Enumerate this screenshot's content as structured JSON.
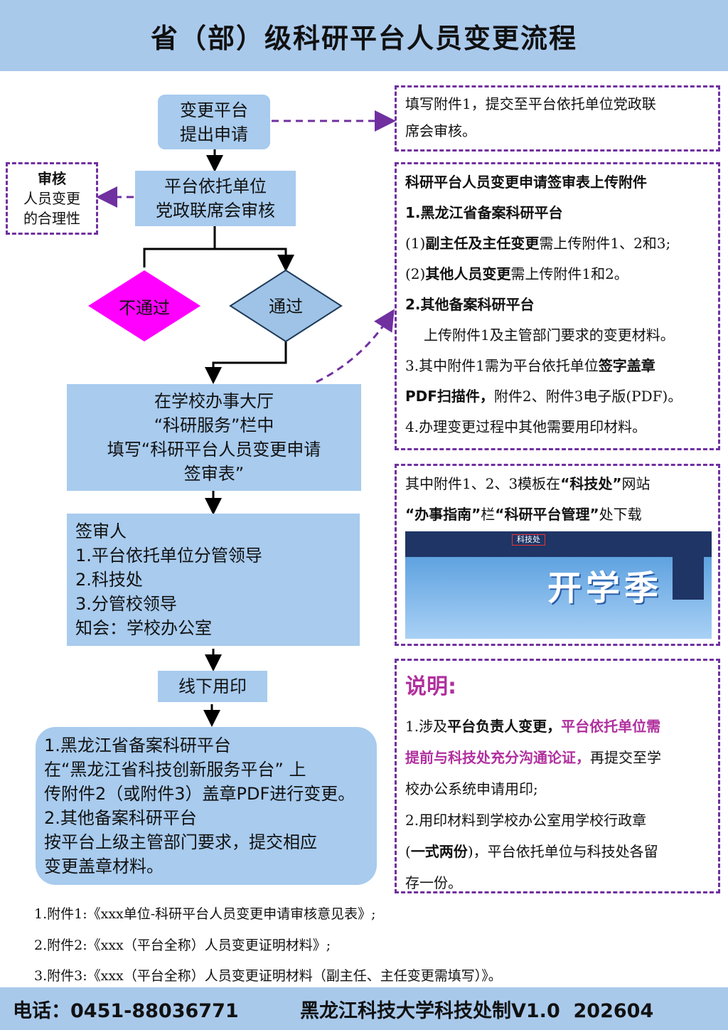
{
  "title": "省（部）级科研平台人员变更流程",
  "flow": {
    "step1": [
      "变更平台",
      "提出申请"
    ],
    "step2": [
      "平台依托单位",
      "党政联席会审核"
    ],
    "review_note": [
      "审核",
      "人员变更",
      "的合理性"
    ],
    "reject": "不通过",
    "pass": "通过",
    "step3": [
      "在学校办事大厅",
      "“科研服务”栏中",
      "填写“科研平台人员变更申请",
      "签审表”"
    ],
    "step4": [
      "签审人",
      "1.平台依托单位分管领导",
      "2.科技处",
      "3.分管校领导",
      "知会：学校办公室"
    ],
    "step5": "线下用印",
    "step6": [
      "1.黑龙江省备案科研平台",
      "在“黑龙江省科技创新服务平台” 上",
      "传附件2（或附件3）盖章PDF进行变更。",
      "2.其他备案科研平台",
      "按平台上级主管部门要求，提交相应",
      "变更盖章材料。"
    ]
  },
  "right": {
    "box1": [
      "填写附件1，提交至平台依托单位党政联",
      "席会审核。"
    ],
    "box2": {
      "title": "科研平台人员变更申请签审表上传附件",
      "h1": "1.黑龙江省备案科研平台",
      "l1a": "(1)",
      "l1b": "副主任及主任变更",
      "l1c": "需上传附件1、2和3;",
      "l2a": "(2)",
      "l2b": "其他人员变更",
      "l2c": "需上传附件1和2。",
      "h2": "2.其他备案科研平台",
      "l3": "上传附件1及主管部门要求的变更材料。",
      "l4a": "3.其中附件1需为平台依托单位",
      "l4b": "签字盖章",
      "l5a": "PDF扫描件，",
      "l5b": "附件2、附件3电子版(PDF)。",
      "l6": "4.办理变更过程中其他需要用印材料。"
    },
    "box3": {
      "l1a": "其中附件1、2、3模板在",
      "l1b": "“科技处”",
      "l1c": "网站",
      "l2a": "“办事指南”",
      "l2b": "栏",
      "l2c": "“科研平台管理”",
      "l2d": "处下载",
      "site_label": "科技处",
      "banner": "开学季"
    },
    "box4": {
      "title": "说明:",
      "l1a": "1.涉及",
      "l1b": "平台负责人变更，",
      "l1c": "平台依托单位需",
      "l2a": "提前与科技处充分沟通论证，",
      "l2b": "再提交至学",
      "l3": "校办公系统申请用印;",
      "l4": "2.用印材料到学校办公室用学校行政章",
      "l5a": "(",
      "l5b": "一式两份",
      "l5c": ")，平台依托单位与科技处各留",
      "l6": "存一份。"
    }
  },
  "notes": [
    "1.附件1:《xxx单位-科研平台人员变更申请审核意见表》;",
    "2.附件2:《xxx（平台全称）人员变更证明材料》;",
    "3.附件3:《xxx（平台全称）人员变更证明材料（副主任、主任变更需填写）》。"
  ],
  "footer": {
    "phone": "电话：0451-88036771",
    "org": "黑龙江科技大学科技处制V1.0  202604"
  },
  "colors": {
    "blue": "#a8cbee",
    "purple": "#7030a0",
    "magenta": "#ff00ff",
    "pink": "#b0309e"
  }
}
